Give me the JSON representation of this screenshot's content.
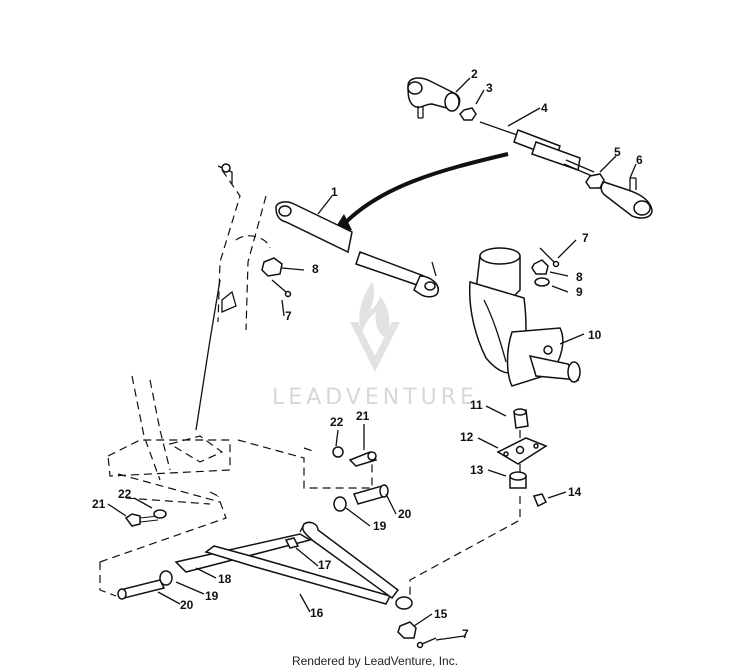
{
  "watermark": {
    "brand": "LEADVENTURE"
  },
  "footer": {
    "credit": "Rendered by LeadVenture, Inc."
  },
  "callouts": [
    {
      "id": "c2a",
      "text": "2"
    },
    {
      "id": "c3",
      "text": "3"
    },
    {
      "id": "c4",
      "text": "4"
    },
    {
      "id": "c5",
      "text": "5"
    },
    {
      "id": "c6",
      "text": "6"
    },
    {
      "id": "c1",
      "text": "1"
    },
    {
      "id": "c8a",
      "text": "8"
    },
    {
      "id": "c7a",
      "text": "7"
    },
    {
      "id": "c7b",
      "text": "7"
    },
    {
      "id": "c8b",
      "text": "8"
    },
    {
      "id": "c9",
      "text": "9"
    },
    {
      "id": "c10",
      "text": "10"
    },
    {
      "id": "c11",
      "text": "11"
    },
    {
      "id": "c12",
      "text": "12"
    },
    {
      "id": "c13",
      "text": "13"
    },
    {
      "id": "c14",
      "text": "14"
    },
    {
      "id": "c22a",
      "text": "22"
    },
    {
      "id": "c21a",
      "text": "21"
    },
    {
      "id": "c21b",
      "text": "21"
    },
    {
      "id": "c22b",
      "text": "22"
    },
    {
      "id": "c20a",
      "text": "20"
    },
    {
      "id": "c19a",
      "text": "19"
    },
    {
      "id": "c17",
      "text": "17"
    },
    {
      "id": "c18",
      "text": "18"
    },
    {
      "id": "c19b",
      "text": "19"
    },
    {
      "id": "c20b",
      "text": "20"
    },
    {
      "id": "c16",
      "text": "16"
    },
    {
      "id": "c15",
      "text": "15"
    },
    {
      "id": "c7c",
      "text": "7"
    }
  ]
}
